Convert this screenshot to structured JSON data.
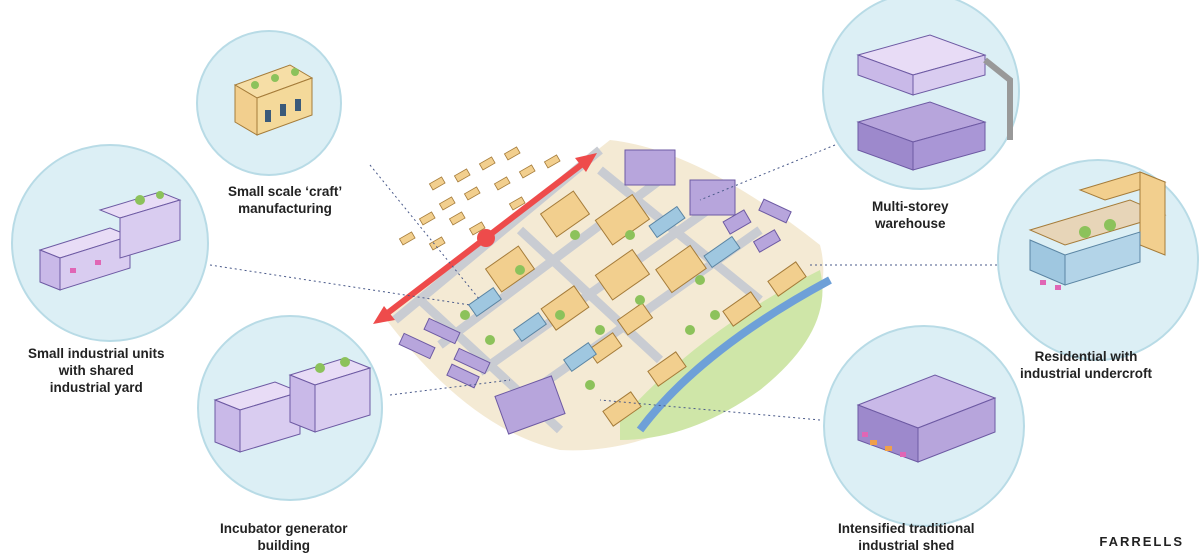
{
  "labels": {
    "craft": [
      "Small scale ‘craft’",
      "manufacturing"
    ],
    "small_industrial": [
      "Small industrial units",
      "with shared",
      "industrial yard"
    ],
    "incubator": [
      "Incubator generator",
      "building"
    ],
    "multi_storey": [
      "Multi-storey",
      "warehouse"
    ],
    "residential": [
      "Residential with",
      "industrial undercroft"
    ],
    "intensified": [
      "Intensified traditional",
      "industrial shed"
    ]
  },
  "brand": "FARRELLS",
  "colors": {
    "circle_fill": "#dceff5",
    "circle_stroke": "#b8dbe6",
    "residential_orange": "#f2cf8e",
    "industrial_purple": "#b7a5dc",
    "blue_block": "#9fc7e0",
    "green": "#9fcf6d",
    "road": "#c9ccd2",
    "river": "#6ea0d8",
    "arrow_red": "#ee4b4b"
  }
}
